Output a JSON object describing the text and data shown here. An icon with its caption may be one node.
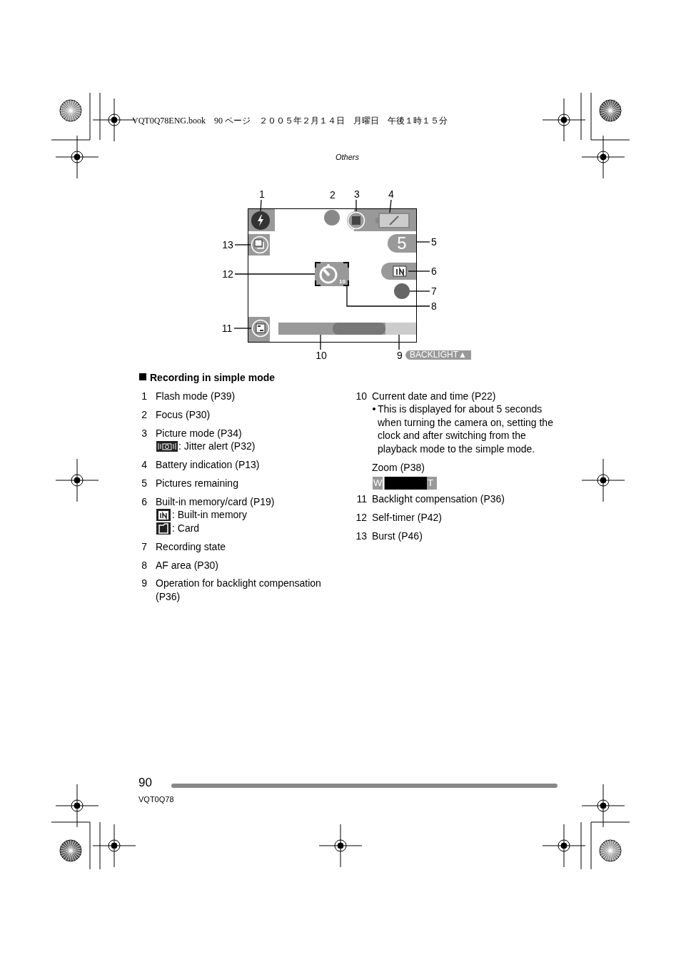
{
  "diagram": {
    "title": "Recording in simple mode",
    "nodes": [
      {
        "text": [
          "1"
        ]
      },
      {
        "text": [],
        "shape": "circle"
      },
      {
        "text": [
          "3"
        ]
      },
      {
        "text": [],
        "shape": "circle"
      },
      {
        "text": [
          "4"
        ]
      },
      {
        "text": [],
        "shape": "box"
      },
      {
        "text": [
          "5"
        ]
      },
      {
        "text": [
          "5"
        ]
      },
      {
        "text": [
          "6"
        ]
      },
      {
        "text": [],
        "shape": "box"
      },
      {
        "text": [
          "7"
        ]
      },
      {
        "text": [],
        "shape": "circle"
      },
      {
        "text": [
          "8"
        ]
      },
      {
        "text": [],
        "shape": "box"
      },
      {
        "text": [
          "9"
        ]
      },
      {
        "text": [],
        "shape": "bar"
      },
      {
        "text": [
          "10"
        ]
      },
      {
        "text": [],
        "shape": "bar"
      },
      {
        "text": [
          "11"
        ]
      },
      {
        "text": [],
        "shape": "circle"
      },
      {
        "text": [
          "12"
        ]
      },
      {
        "text": [],
        "shape": "circle",
        "in": 13
      },
      {
        "text": [
          "13"
        ]
      },
      {
        "text": [],
        "shape": "circle"
      }
    ],
    "edges": [
      {
        "from": 0,
        "to": 1,
        "arrow": "none"
      },
      {
        "from": 2,
        "to": 3,
        "arrow": "none"
      },
      {
        "from": 4,
        "to": 5,
        "arrow": "none"
      },
      {
        "from": 6,
        "to": 7,
        "arrow": "none"
      },
      {
        "from": 8,
        "to": 9,
        "arrow": "none"
      },
      {
        "from": 10,
        "to": 11,
        "arrow": "none"
      },
      {
        "from": 12,
        "to": 13,
        "arrow": "none"
      },
      {
        "from": 14,
        "to": 17,
        "arrow": "none"
      },
      {
        "from": 16,
        "to": 15,
        "arrow": "none"
      },
      {
        "from": 18,
        "to": 19,
        "arrow": "none"
      },
      {
        "from": 20,
        "to": 21,
        "arrow": "none"
      },
      {
        "from": 22,
        "to": 23,
        "arrow": "none"
      }
    ],
    "labels": [
      "VQT0Q78ENG.book　90 ページ　２００５年２月１４日　月曜日　午後１時１５分",
      "Others",
      "2",
      "10",
      "BACKLIGHT▲",
      "1",
      "Flash mode (P39)",
      "2",
      "Focus (P30)",
      "3",
      "Picture mode (P34)",
      ": Jitter alert (P32)",
      "4",
      "Battery indication (P13)",
      "5",
      "Pictures remaining",
      "6",
      "Built-in memory/card (P19)",
      ": Built-in memory",
      ": Card",
      "7",
      "Recording state",
      "8",
      "AF area (P30)",
      "9",
      "Operation for backlight compensation (P36)",
      "10",
      "Current date and time (P22)",
      "This is displayed for about 5 seconds when turning the camera on, setting the clock and after switching from the playback mode to the simple mode.",
      "Zoom (P38)",
      "W",
      "T",
      "11",
      "Backlight compensation (P36)",
      "12",
      "Self-timer (P42)",
      "13",
      "Burst (P46)",
      "90",
      "VQT0Q78"
    ]
  }
}
